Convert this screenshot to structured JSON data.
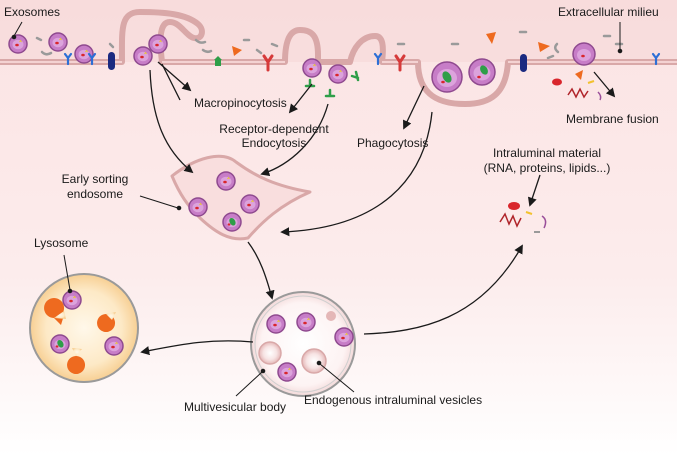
{
  "labels": {
    "exosomes": "Exosomes",
    "extracellular_milieu": "Extracellular milieu",
    "macropinocytosis": "Macropinocytosis",
    "receptor_dependent": "Receptor-dependent",
    "endocytosis": "Endocytosis",
    "phagocytosis": "Phagocytosis",
    "membrane_fusion": "Membrane fusion",
    "intraluminal_material": "Intraluminal material",
    "intraluminal_material_detail": "(RNA, proteins, lipids...)",
    "early_sorting": "Early sorting",
    "endosome": "endosome",
    "lysosome": "Lysosome",
    "multivesicular_body": "Multivesicular body",
    "endogenous_ilv": "Endogenous intraluminal vesicles"
  },
  "colors": {
    "exosome_fill": "#c77dc7",
    "exosome_stroke": "#9a4f9a",
    "cargo_red": "#d9262c",
    "cargo_green": "#2e9e48",
    "receptor_blue": "#2d6fd6",
    "receptor_navy": "#1b2a80",
    "receptor_red": "#d63a3a",
    "ligand_orange": "#ee6a1f",
    "membrane": "#d9a8a8",
    "background_top": "#fbe6e6",
    "background_bottom": "#ffffff",
    "lysosome_fill": "#fde6b8"
  }
}
